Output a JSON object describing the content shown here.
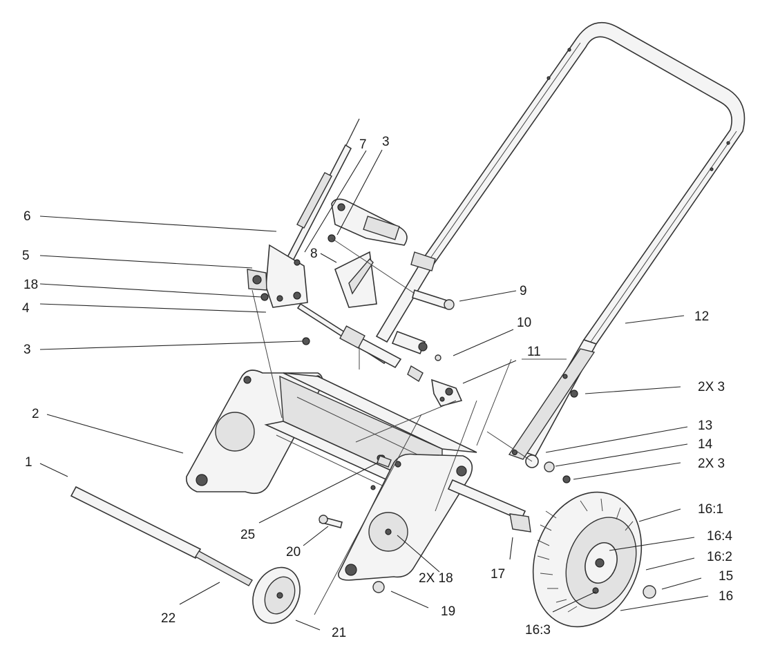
{
  "labels": {
    "l1": "1",
    "l2": "2",
    "l3a": "3",
    "l3b": "3",
    "l4": "4",
    "l5": "5",
    "l6": "6",
    "l7": "7",
    "l8": "8",
    "l9": "9",
    "l10": "10",
    "l11": "11",
    "l12": "12",
    "l13": "13",
    "l14": "14",
    "l15": "15",
    "l16": "16",
    "l16_1": "16:1",
    "l16_2": "16:2",
    "l16_3": "16:3",
    "l16_4": "16:4",
    "l17": "17",
    "l18": "18",
    "l18x2": "2X 18",
    "l19": "19",
    "l20": "20",
    "l21": "21",
    "l22": "22",
    "l25": "25",
    "l2x3a": "2X 3",
    "l2x3b": "2X 3"
  }
}
